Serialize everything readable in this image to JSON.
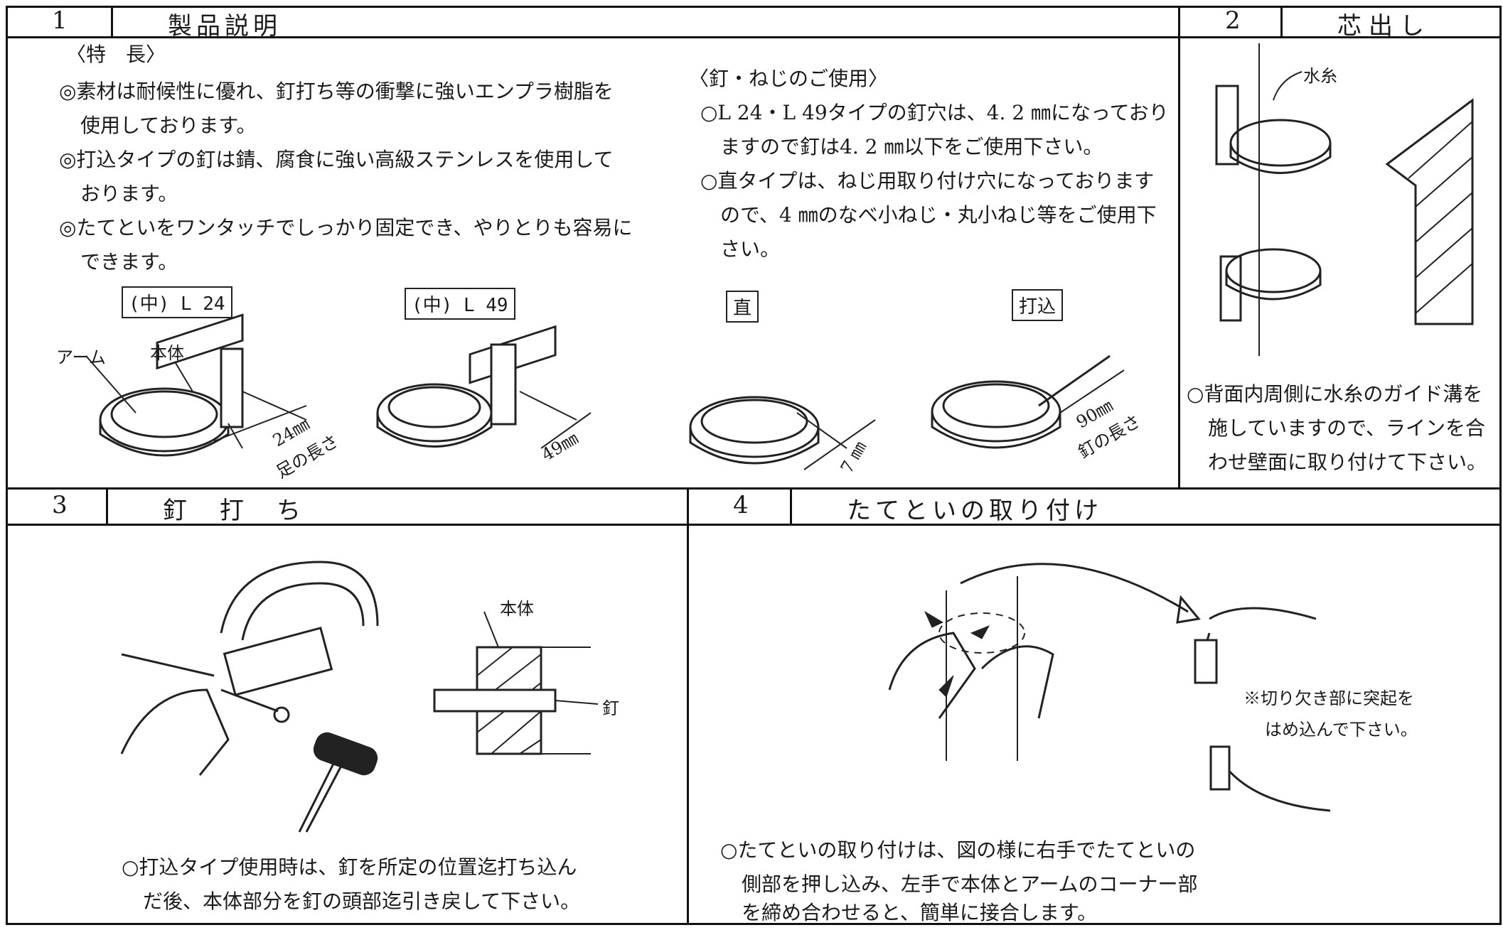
{
  "sections": {
    "s1": {
      "num": "1",
      "title": "製品説明"
    },
    "s2": {
      "num": "2",
      "title": "芯出し"
    },
    "s3": {
      "num": "3",
      "title": "釘　打　ち"
    },
    "s4": {
      "num": "4",
      "title": "たてといの取り付け"
    }
  },
  "features": {
    "heading": "〈特　長〉",
    "lines": [
      "◎素材は耐候性に優れ、釘打ち等の衝撃に強いエンプラ樹脂を",
      "使用しております。",
      "◎打込タイプの釘は錆、腐食に強い高級ステンレスを使用して",
      "おります。",
      "◎たてといをワンタッチでしっかり固定でき、やりとりも容易に",
      "できます。"
    ]
  },
  "nails": {
    "heading": "〈釘・ねじのご使用〉",
    "lines": [
      "○L 24・L 49タイプの釘穴は、4. 2 ㎜になっており",
      "ますので釘は4. 2 ㎜以下をご使用下さい。",
      "○直タイプは、ねじ用取り付け穴になっております",
      "ので、4 ㎜のなべ小ねじ・丸小ねじ等をご使用下",
      "さい。"
    ]
  },
  "types": {
    "l24": "(中) L 24",
    "l49": "(中) L 49",
    "straight": "直",
    "drive": "打込"
  },
  "figure_labels": {
    "arm": "アーム",
    "body": "本体",
    "l24_len": "24㎜",
    "l24_foot": "足の長さ",
    "l49_len": "49㎜",
    "straight_len": "7 ㎜",
    "drive_len": "90㎜",
    "drive_nail": "釘の長さ",
    "mizuito": "水糸",
    "s3_body": "本体",
    "s3_nail": "釘",
    "s4_note1": "※切り欠き部に突起を",
    "s4_note2": "はめ込んで下さい。"
  },
  "s2_text": [
    "○背面内周側に水糸のガイド溝を",
    "施していますので、ラインを合",
    "わせ壁面に取り付けて下さい。"
  ],
  "s3_text": [
    "○打込タイプ使用時は、釘を所定の位置迄打ち込ん",
    "だ後、本体部分を釘の頭部迄引き戻して下さい。"
  ],
  "s4_text": [
    "○たてといの取り付けは、図の様に右手でたてといの",
    "側部を押し込み、左手で本体とアームのコーナー部",
    "を締め合わせると、簡単に接合します。"
  ]
}
